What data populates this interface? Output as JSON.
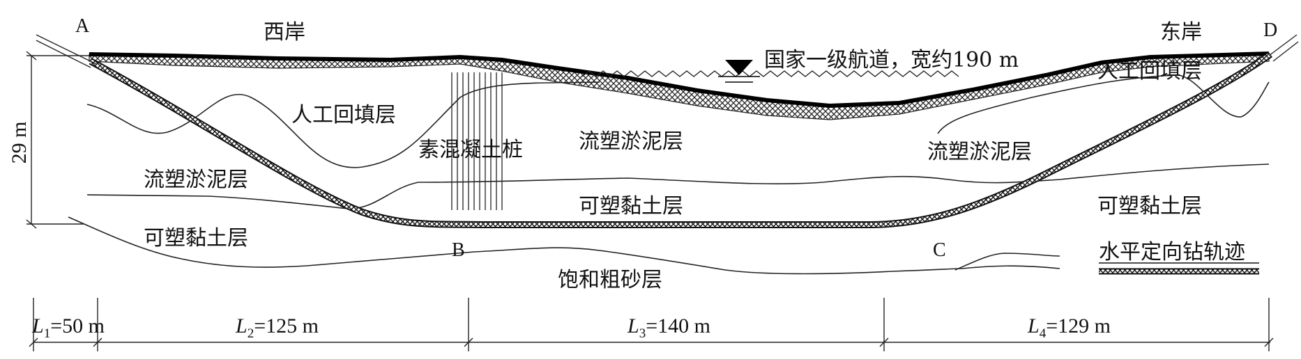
{
  "points": {
    "A": "A",
    "B": "B",
    "C": "C",
    "D": "D"
  },
  "banks": {
    "west": "西岸",
    "east": "东岸"
  },
  "waterway": "国家一级航道，宽约190 m",
  "depth": "29 m",
  "layers": {
    "fill_west": "人工回填层",
    "fill_east": "人工回填层",
    "silt_west": "流塑淤泥层",
    "silt_mid": "流塑淤泥层",
    "silt_east": "流塑淤泥层",
    "clay_west": "可塑黏土层",
    "clay_mid": "可塑黏土层",
    "clay_east": "可塑黏土层",
    "sand": "饱和粗砂层"
  },
  "pile": "素混凝土桩",
  "legend": {
    "trajectory": "水平定向钻轨迹"
  },
  "segments": [
    {
      "sym": "L",
      "sub": "1",
      "val": "=50 m"
    },
    {
      "sym": "L",
      "sub": "2",
      "val": "=125 m"
    },
    {
      "sym": "L",
      "sub": "3",
      "val": "=140 m"
    },
    {
      "sym": "L",
      "sub": "4",
      "val": "=129 m"
    }
  ]
}
